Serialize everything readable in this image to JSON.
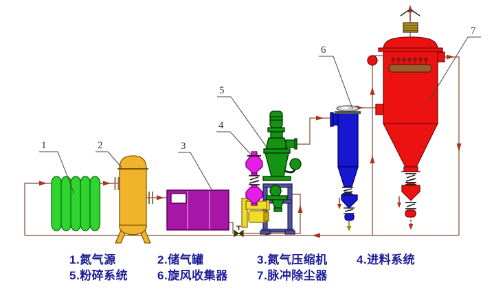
{
  "callouts": [
    {
      "number": "1"
    },
    {
      "number": "2"
    },
    {
      "number": "3"
    },
    {
      "number": "4"
    },
    {
      "number": "5"
    },
    {
      "number": "6"
    },
    {
      "number": "7"
    }
  ],
  "legend": {
    "items": [
      {
        "num": "1.",
        "label": "氮气源"
      },
      {
        "num": "2.",
        "label": "储气罐"
      },
      {
        "num": "3.",
        "label": "氮气压缩机"
      },
      {
        "num": "4.",
        "label": "进料系统"
      },
      {
        "num": "5.",
        "label": "粉碎系统"
      },
      {
        "num": "6.",
        "label": "旋风收集器"
      },
      {
        "num": "7.",
        "label": "脉冲除尘器"
      }
    ]
  },
  "colors": {
    "pipe": "#9b6a55",
    "arrow": "#a93522",
    "valve": "#3f3f0e",
    "nitrogen_source": "#2fd42f",
    "storage_tank": "#f1b32b",
    "compressor": "#a816a8",
    "feed_hopper": "#e81ce8",
    "mill": "#149314",
    "cyclone": "#1717d0",
    "dust_collector": "#ec1212",
    "frame": "#51519f",
    "blower_yellow": "#eedd2b",
    "manifold": "#9e5a28",
    "silencer": "#ad8c1f",
    "discharge_yellow": "#9a8a10",
    "legend_text": "#1b1b99"
  }
}
